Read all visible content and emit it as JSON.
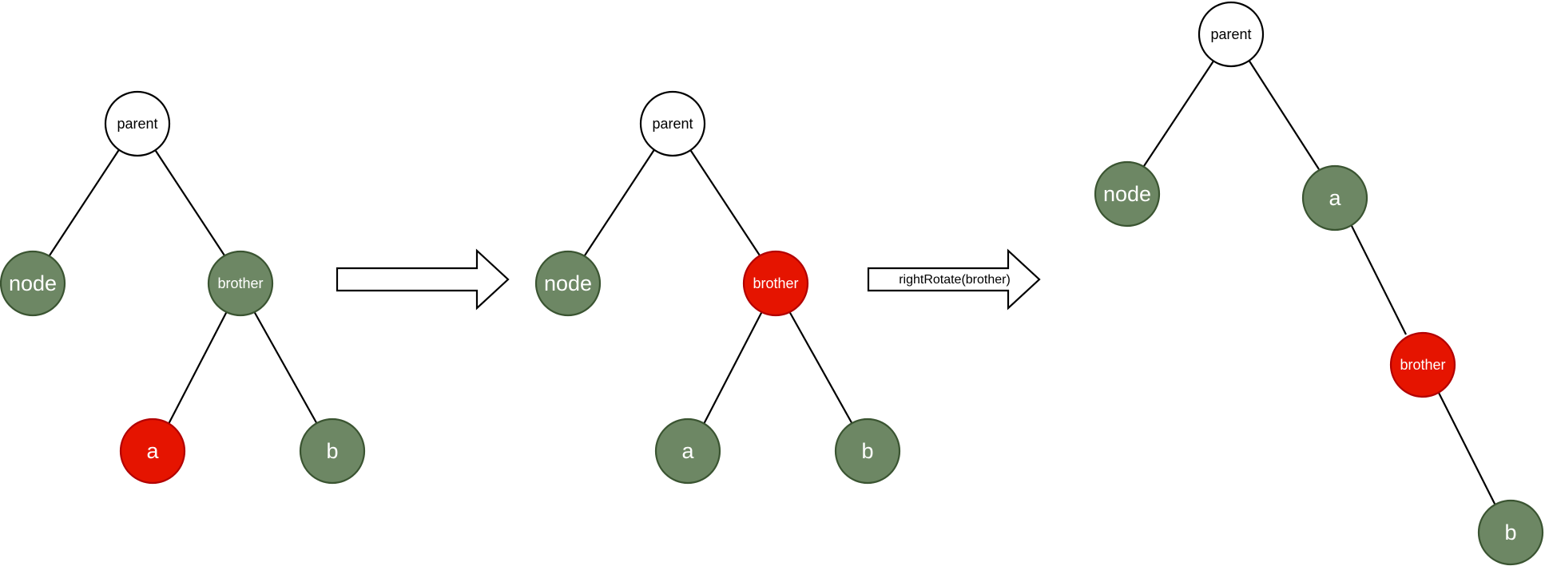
{
  "colors": {
    "white": "#ffffff",
    "green_fill": "#6d8764",
    "green_stroke": "#3a5431",
    "red_fill": "#e51400",
    "red_stroke": "#b20000",
    "line": "#000000"
  },
  "steps": [
    {
      "nodes": [
        {
          "id": "parent",
          "label": "parent",
          "color": "white"
        },
        {
          "id": "node",
          "label": "node",
          "color": "green"
        },
        {
          "id": "brother",
          "label": "brother",
          "color": "green"
        },
        {
          "id": "a",
          "label": "a",
          "color": "red"
        },
        {
          "id": "b",
          "label": "b",
          "color": "green"
        }
      ],
      "edges": [
        [
          "parent",
          "node"
        ],
        [
          "parent",
          "brother"
        ],
        [
          "brother",
          "a"
        ],
        [
          "brother",
          "b"
        ]
      ]
    },
    {
      "nodes": [
        {
          "id": "parent",
          "label": "parent",
          "color": "white"
        },
        {
          "id": "node",
          "label": "node",
          "color": "green"
        },
        {
          "id": "brother",
          "label": "brother",
          "color": "red"
        },
        {
          "id": "a",
          "label": "a",
          "color": "green"
        },
        {
          "id": "b",
          "label": "b",
          "color": "green"
        }
      ],
      "edges": [
        [
          "parent",
          "node"
        ],
        [
          "parent",
          "brother"
        ],
        [
          "brother",
          "a"
        ],
        [
          "brother",
          "b"
        ]
      ]
    },
    {
      "nodes": [
        {
          "id": "parent",
          "label": "parent",
          "color": "white"
        },
        {
          "id": "node",
          "label": "node",
          "color": "green"
        },
        {
          "id": "a",
          "label": "a",
          "color": "green"
        },
        {
          "id": "brother",
          "label": "brother",
          "color": "red"
        },
        {
          "id": "b",
          "label": "b",
          "color": "green"
        }
      ],
      "edges": [
        [
          "parent",
          "node"
        ],
        [
          "parent",
          "a"
        ],
        [
          "a",
          "brother"
        ],
        [
          "brother",
          "b"
        ]
      ]
    }
  ],
  "arrows": [
    {
      "label": ""
    },
    {
      "label": "rightRotate(brother)"
    }
  ]
}
